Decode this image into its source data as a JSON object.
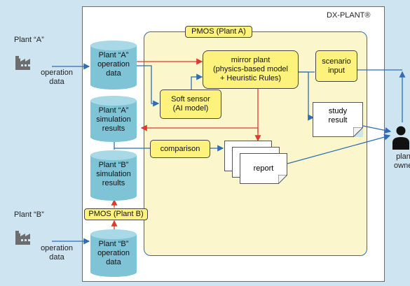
{
  "frame_title": "DX-PLANT®",
  "plant_a": {
    "label": "Plant “A”",
    "operation_data": "operation\ndata"
  },
  "plant_b": {
    "label": "Plant “B”",
    "operation_data": "operation\ndata"
  },
  "pmos_a_title": "PMOS (Plant A)",
  "pmos_b_title": "PMOS (Plant B)",
  "cyl_a_operation": "Plant “A”\noperation\ndata",
  "cyl_a_sim": "Plant “A”\nsimulation\nresults",
  "cyl_b_sim": "Plant “B”\nsimulation\nresults",
  "cyl_b_operation": "Plant “B”\noperation\ndata",
  "mirror_plant": "mirror plant\n(physics-based model\n+ Heuristic Rules)",
  "scenario_input": "scenario\ninput",
  "soft_sensor": "Soft sensor\n(AI model)",
  "comparison": "comparison",
  "study_result": "study\nresult",
  "report": "report",
  "plant_owner": "plant\nowner",
  "colors": {
    "background": "#cfe4f1",
    "panel": "#fbf6cc",
    "yellow_box": "#fdf27b",
    "cylinder": "#7fc3d7",
    "arrow_blue": "#2f6eb5",
    "arrow_red": "#e03a2f"
  }
}
